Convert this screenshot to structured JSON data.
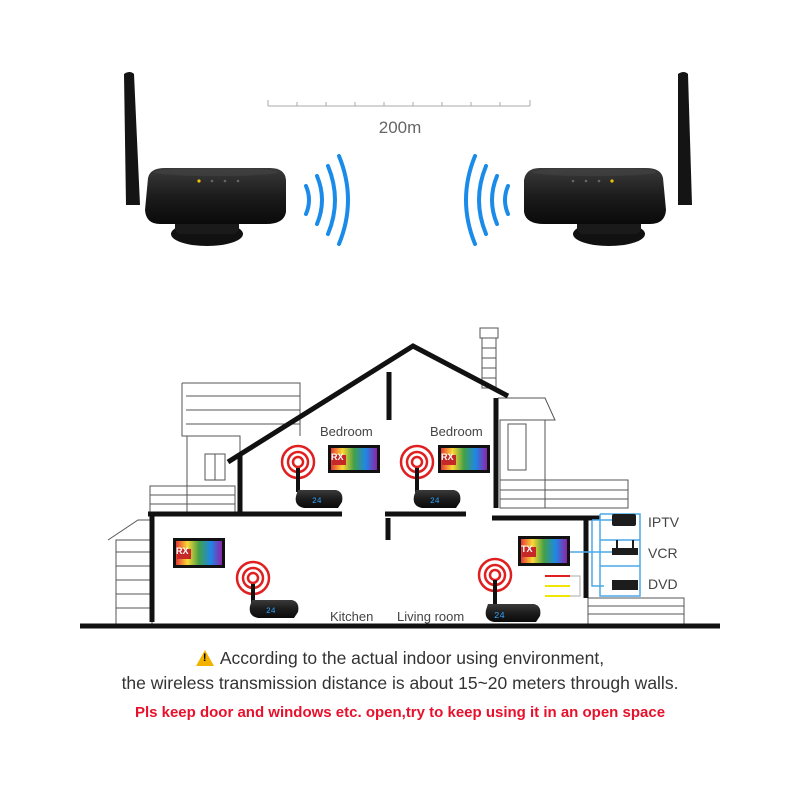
{
  "top": {
    "range_label": "200m"
  },
  "house": {
    "rooms": {
      "bedroom_left": "Bedroom",
      "bedroom_right": "Bedroom",
      "kitchen": "Kitchen",
      "living_room": "Living room"
    },
    "tv_labels": {
      "bedroom_left": "RX",
      "bedroom_right": "RX",
      "kitchen": "RX",
      "living_room": "TX"
    },
    "transmitter_display": "24",
    "sources": [
      "IPTV",
      "VCR",
      "DVD"
    ]
  },
  "notes": {
    "line1": "According to the actual indoor using environment,",
    "line2": "the wireless transmission distance is about 15~20 meters through walls.",
    "warning": "Pls keep door and windows etc. open,try to keep using it in an open space"
  },
  "colors": {
    "signal_blue": "#1a8be8",
    "signal_red": "#e02020",
    "warning_red": "#e8102b",
    "warning_icon": "#f2b300",
    "device_body": "#1c1c1c",
    "line_dark": "#111111"
  }
}
